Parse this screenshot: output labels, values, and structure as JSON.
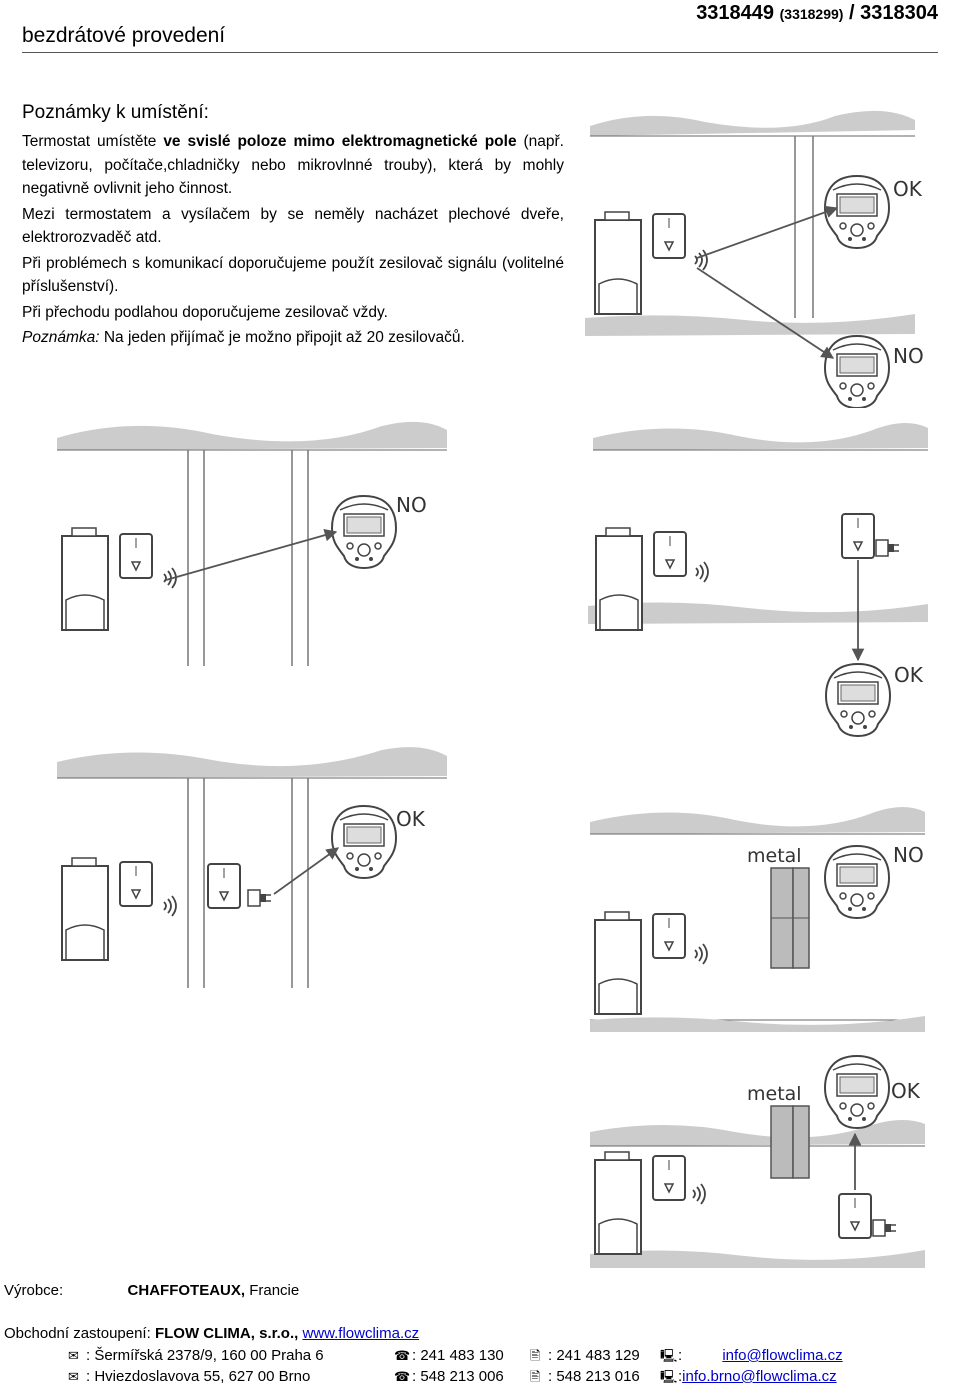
{
  "header": {
    "left": "bezdrátové provedení",
    "right_main": "3318449",
    "right_paren": "(3318299)",
    "right_tail": "/ 3318304"
  },
  "notes": {
    "title": "Poznámky k umístění:",
    "p1_a": "Termostat umístěte ",
    "p1_b": "ve svislé poloze mimo elektromagnetické pole",
    "p1_c": " (např. televizoru, počítače,chladničky nebo mikrovlnné trouby), která by mohly negativně ovlivnit jeho činnost.",
    "p2": "Mezi termostatem a vysílačem by se neměly nacházet plechové dveře, elektrorozvaděč atd.",
    "p3": "Při problémech s komunikací doporučujeme použít zesilovač signálu (volitelné příslušenství).",
    "p4": "Při přechodu podlahou doporučujeme zesilovač vždy.",
    "p5_label": "Poznámka:",
    "p5_text": " Na jeden přijímač je možno připojit až 20 zesilovačů."
  },
  "diagrams": {
    "d1_top": "OK",
    "d1_bottom": "NO",
    "d2": "NO",
    "d3": "OK",
    "d4": "OK",
    "d5_metal": "metal",
    "d5_status": "NO",
    "d6_metal": "metal",
    "d6_status": "OK"
  },
  "footer": {
    "maker_label": "Výrobce:",
    "maker_name": "CHAFFOTEAUX,",
    "maker_country": "Francie",
    "rep_label": "Obchodní zastoupení:",
    "rep_name": "FLOW CLIMA, s.r.o.,",
    "rep_web": "www.flowclima.cz",
    "row1_addr": ": Šermířská 2378/9, 160 00 Praha 6",
    "row1_tel": ": 241 483 130",
    "row1_fax": ": 241 483 129",
    "row1_mail_sep": ":",
    "row1_mail": "info@flowclima.cz",
    "row2_addr": ": Hviezdoslavova 55,   627 00 Brno",
    "row2_tel": ": 548 213 006",
    "row2_fax": ": 548 213 016",
    "row2_mail_sep": ":",
    "row2_mail": "info.brno@flowclima.cz"
  }
}
